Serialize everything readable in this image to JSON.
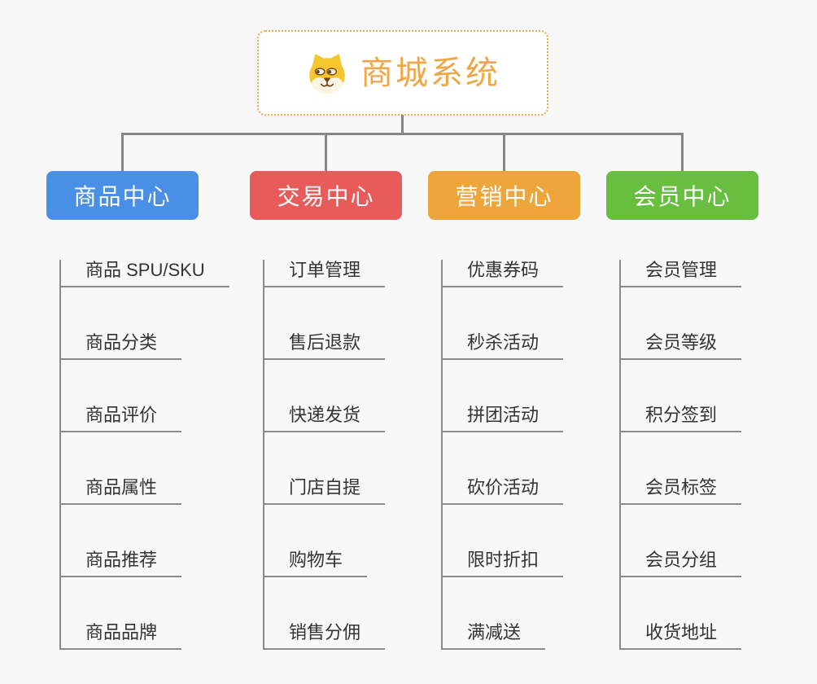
{
  "background": "#f8f8f8",
  "connector_color": "#868686",
  "root": {
    "title": "商城系统",
    "title_color": "#f0a644",
    "border_color": "#ebab4c",
    "icon": "dog-face-icon"
  },
  "branches": [
    {
      "label": "商品中心",
      "color": "#4a8fe6",
      "items": [
        "商品 SPU/SKU",
        "商品分类",
        "商品评价",
        "商品属性",
        "商品推荐",
        "商品品牌"
      ]
    },
    {
      "label": "交易中心",
      "color": "#e75b5b",
      "items": [
        "订单管理",
        "售后退款",
        "快递发货",
        "门店自提",
        "购物车",
        "销售分佣"
      ]
    },
    {
      "label": "营销中心",
      "color": "#eda53c",
      "items": [
        "优惠券码",
        "秒杀活动",
        "拼团活动",
        "砍价活动",
        "限时折扣",
        "满减送"
      ]
    },
    {
      "label": "会员中心",
      "color": "#68be3e",
      "items": [
        "会员管理",
        "会员等级",
        "积分签到",
        "会员标签",
        "会员分组",
        "收货地址"
      ]
    }
  ]
}
